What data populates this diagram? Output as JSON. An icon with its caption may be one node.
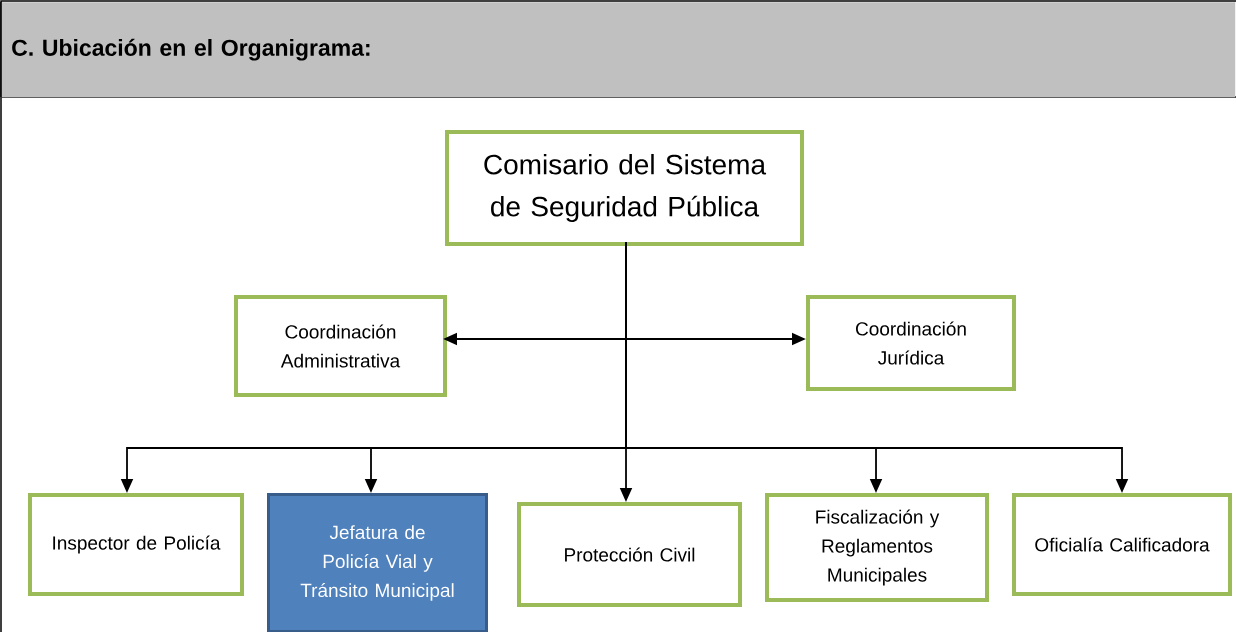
{
  "diagram": {
    "title": "C. Ubicación en el Organigrama:",
    "nodes": [
      {
        "text": [
          "Comisario del Sistema de Seguridad Pública"
        ]
      },
      {
        "text": [
          "Coordinación Administrativa"
        ]
      },
      {
        "text": [
          "Coordinación Jurídica"
        ]
      },
      {
        "text": [
          "Inspector de Policía"
        ]
      },
      {
        "text": [
          "Jefatura de Policía Vial y Tránsito Municipal"
        ]
      },
      {
        "text": [
          "Protección Civil"
        ]
      },
      {
        "text": [
          "Fiscalización y Reglamentos Municipales"
        ]
      },
      {
        "text": [
          "Oficialía Calificadora"
        ]
      }
    ],
    "edges": [
      {
        "from": 0,
        "to": 1,
        "arrow": "to"
      },
      {
        "from": 0,
        "to": 2,
        "arrow": "to"
      },
      {
        "from": 0,
        "to": 3,
        "arrow": "to"
      },
      {
        "from": 0,
        "to": 4,
        "arrow": "to"
      },
      {
        "from": 0,
        "to": 5,
        "arrow": "to"
      },
      {
        "from": 0,
        "to": 6,
        "arrow": "to"
      },
      {
        "from": 0,
        "to": 7,
        "arrow": "to"
      }
    ]
  }
}
